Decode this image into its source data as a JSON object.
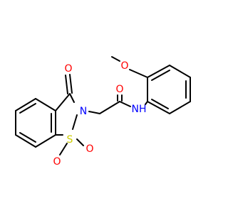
{
  "molecule": {
    "colors": {
      "carbon_bond": "#000000",
      "oxygen": "#ff0000",
      "nitrogen": "#0000ff",
      "sulfur": "#cccc00",
      "background": "#ffffff"
    },
    "atoms": {
      "o_methoxy": "O",
      "o_ring_carbonyl": "O",
      "o_amide": "O",
      "nh_amide": "NH",
      "n_ring": "N",
      "s_ring": "S",
      "o_sulfonyl_left": "O",
      "o_sulfonyl_right": "O"
    }
  }
}
